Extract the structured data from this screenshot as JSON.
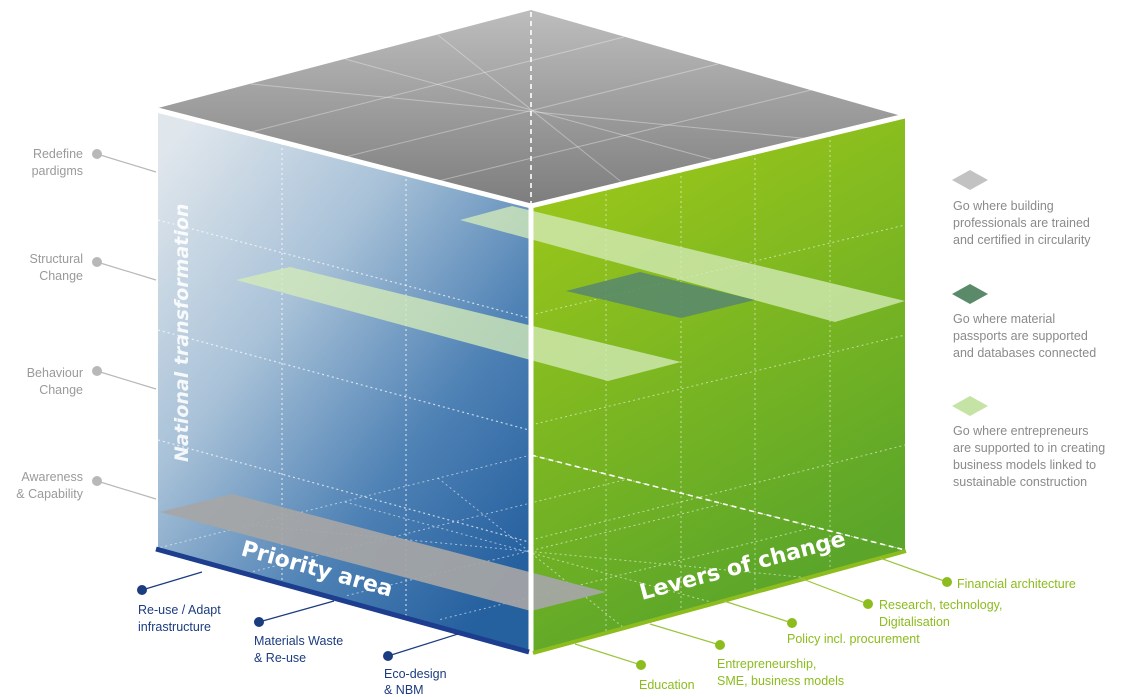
{
  "cube": {
    "left_axis_title": "National transformation",
    "front_left_title": "Priority area",
    "front_right_title": "Levers of change"
  },
  "y_levels": [
    {
      "line1": "Redefine",
      "line2": "pardigms"
    },
    {
      "line1": "Structural",
      "line2": "Change"
    },
    {
      "line1": "Behaviour",
      "line2": "Change"
    },
    {
      "line1": "Awareness",
      "line2": "& Capability"
    }
  ],
  "priority_areas": [
    {
      "line1": "Re-use / Adapt",
      "line2": "infrastructure"
    },
    {
      "line1": "Materials Waste",
      "line2": "& Re-use"
    },
    {
      "line1": "Eco-design",
      "line2": "& NBM"
    }
  ],
  "levers": [
    {
      "line1": "Financial architecture",
      "line2": ""
    },
    {
      "line1": "Research, technology,",
      "line2": "Digitalisation"
    },
    {
      "line1": "Policy incl. procurement",
      "line2": ""
    },
    {
      "line1": "Entrepreneurship,",
      "line2": "SME, business models"
    },
    {
      "line1": "Education",
      "line2": ""
    }
  ],
  "legend": [
    {
      "color": "#c2c2c2",
      "lines": [
        "Go where building",
        "professionals are trained",
        "and certified in circularity"
      ]
    },
    {
      "color": "#5a8a6a",
      "lines": [
        "Go where material",
        "passports are supported",
        "and databases connected"
      ]
    },
    {
      "color": "#c4e3a4",
      "lines": [
        "Go where entrepreneurs",
        "are supported to in creating",
        "business models linked to",
        "sustainable construction"
      ]
    }
  ],
  "colors": {
    "grey_label": "#9a9a9a",
    "priority_blue": "#1c3c80",
    "lever_green": "#8cbc1e"
  }
}
